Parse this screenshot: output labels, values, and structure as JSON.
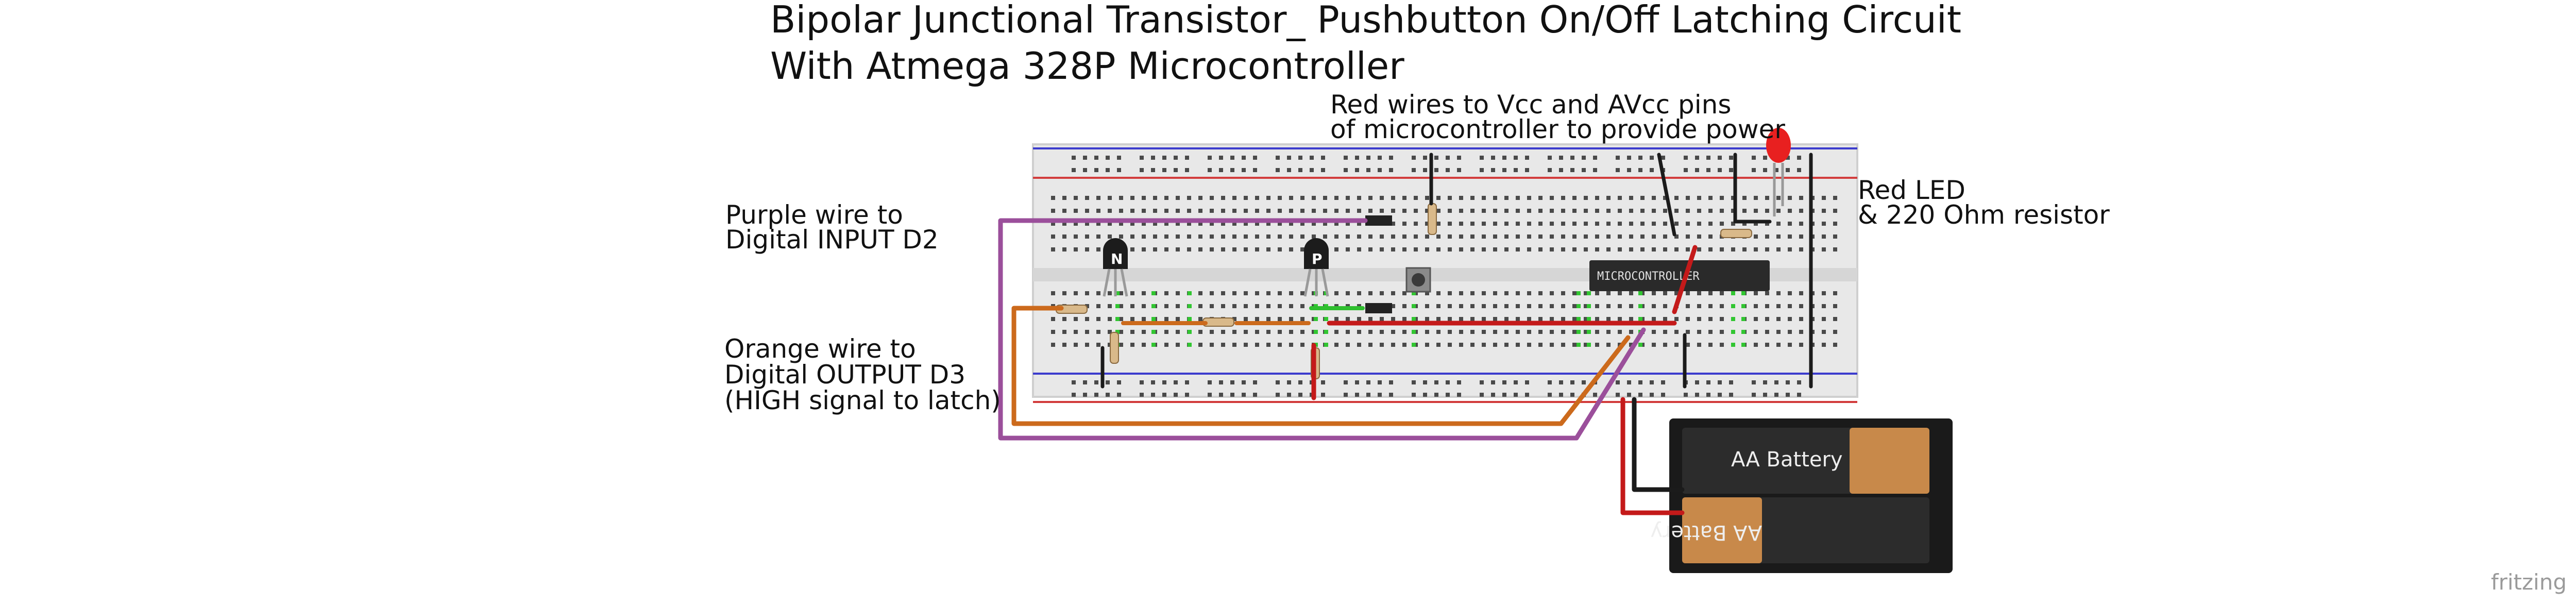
{
  "title": {
    "line1": "Bipolar Junctional Transistor_ Pushbutton On/Off Latching Circuit",
    "line2": "With Atmega 328P Microcontroller"
  },
  "annotations": {
    "red_wires_line1": "Red wires to Vcc and AVcc pins",
    "red_wires_line2": "of microcontroller to provide power",
    "purple_line1": "Purple wire to",
    "purple_line2": "Digital INPUT D2",
    "orange_line1": "Orange wire to",
    "orange_line2": "Digital OUTPUT D3",
    "orange_line3": "(HIGH signal to latch)",
    "led_line1": "Red LED",
    "led_line2": "& 220 Ohm resistor"
  },
  "components": {
    "npn_label": "N",
    "pnp_label": "P",
    "chip_label": "MICROCONTROLLER",
    "battery_top_label": "AA Battery",
    "battery_bottom_label": "AA Battery"
  },
  "brand": "fritzing",
  "colors": {
    "purple_wire": "#9b4f9b",
    "orange_wire": "#cc6a1c",
    "red_wire": "#c41a1a",
    "green_wire": "#2fbf2f",
    "black_wire": "#1b1b1b",
    "rail_blue": "#3c3ccd",
    "rail_red": "#d23c3c",
    "breadboard": "#e8e8e8",
    "led": "#e82020"
  }
}
